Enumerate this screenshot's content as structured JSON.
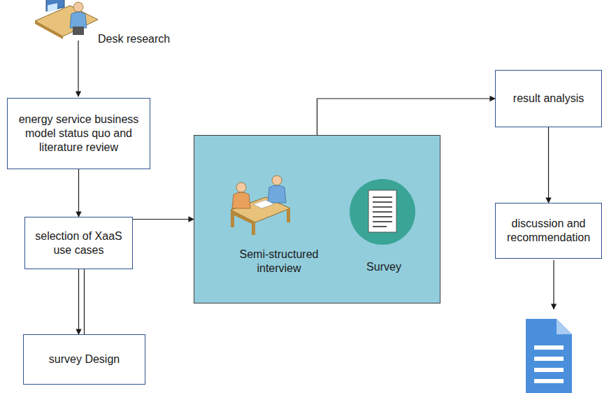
{
  "diagram": {
    "nodes": [
      {
        "text": [
          "energy service business model status quo and literature review"
        ]
      },
      {
        "text": [
          "selection of XaaS use cases"
        ]
      },
      {
        "text": [
          "survey Design"
        ]
      },
      {
        "text": [
          "Semi-structured interview",
          "Survey"
        ]
      },
      {
        "text": [
          "result analysis"
        ]
      },
      {
        "text": [
          "discussion and recommendation"
        ]
      }
    ],
    "edges": [
      {
        "from": 0,
        "to": 1,
        "arrow": "to"
      },
      {
        "from": 1,
        "to": 2,
        "arrow": "to"
      },
      {
        "from": 2,
        "to": 3,
        "arrow": "to"
      },
      {
        "from": 3,
        "to": 4,
        "arrow": "to"
      },
      {
        "from": 4,
        "to": 5,
        "arrow": "to"
      }
    ],
    "labels": [
      "Desk research"
    ]
  }
}
